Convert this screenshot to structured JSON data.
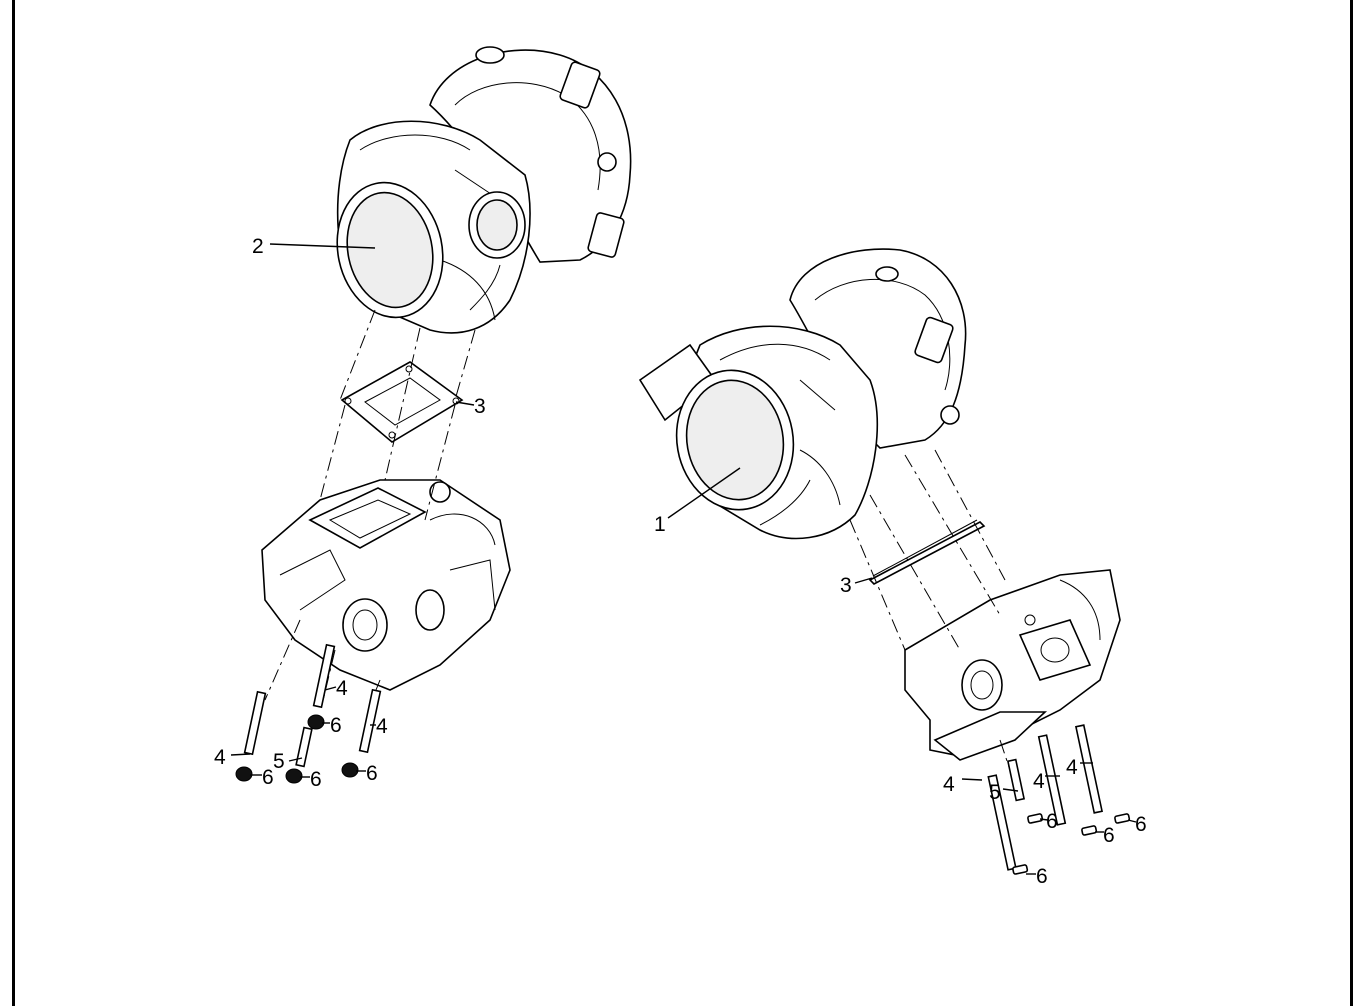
{
  "diagram": {
    "left_assembly": {
      "callouts": [
        {
          "id": "2",
          "text": "2"
        },
        {
          "id": "3",
          "text": "3"
        },
        {
          "id": "4a",
          "text": "4"
        },
        {
          "id": "4b",
          "text": "4"
        },
        {
          "id": "4c",
          "text": "4"
        },
        {
          "id": "5",
          "text": "5"
        },
        {
          "id": "6a",
          "text": "6"
        },
        {
          "id": "6b",
          "text": "6"
        },
        {
          "id": "6c",
          "text": "6"
        },
        {
          "id": "6d",
          "text": "6"
        }
      ]
    },
    "right_assembly": {
      "callouts": [
        {
          "id": "1",
          "text": "1"
        },
        {
          "id": "3",
          "text": "3"
        },
        {
          "id": "4a",
          "text": "4"
        },
        {
          "id": "4b",
          "text": "4"
        },
        {
          "id": "4c",
          "text": "4"
        },
        {
          "id": "5",
          "text": "5"
        },
        {
          "id": "6a",
          "text": "6"
        },
        {
          "id": "6b",
          "text": "6"
        },
        {
          "id": "6c",
          "text": "6"
        },
        {
          "id": "6d",
          "text": "6"
        }
      ]
    }
  }
}
